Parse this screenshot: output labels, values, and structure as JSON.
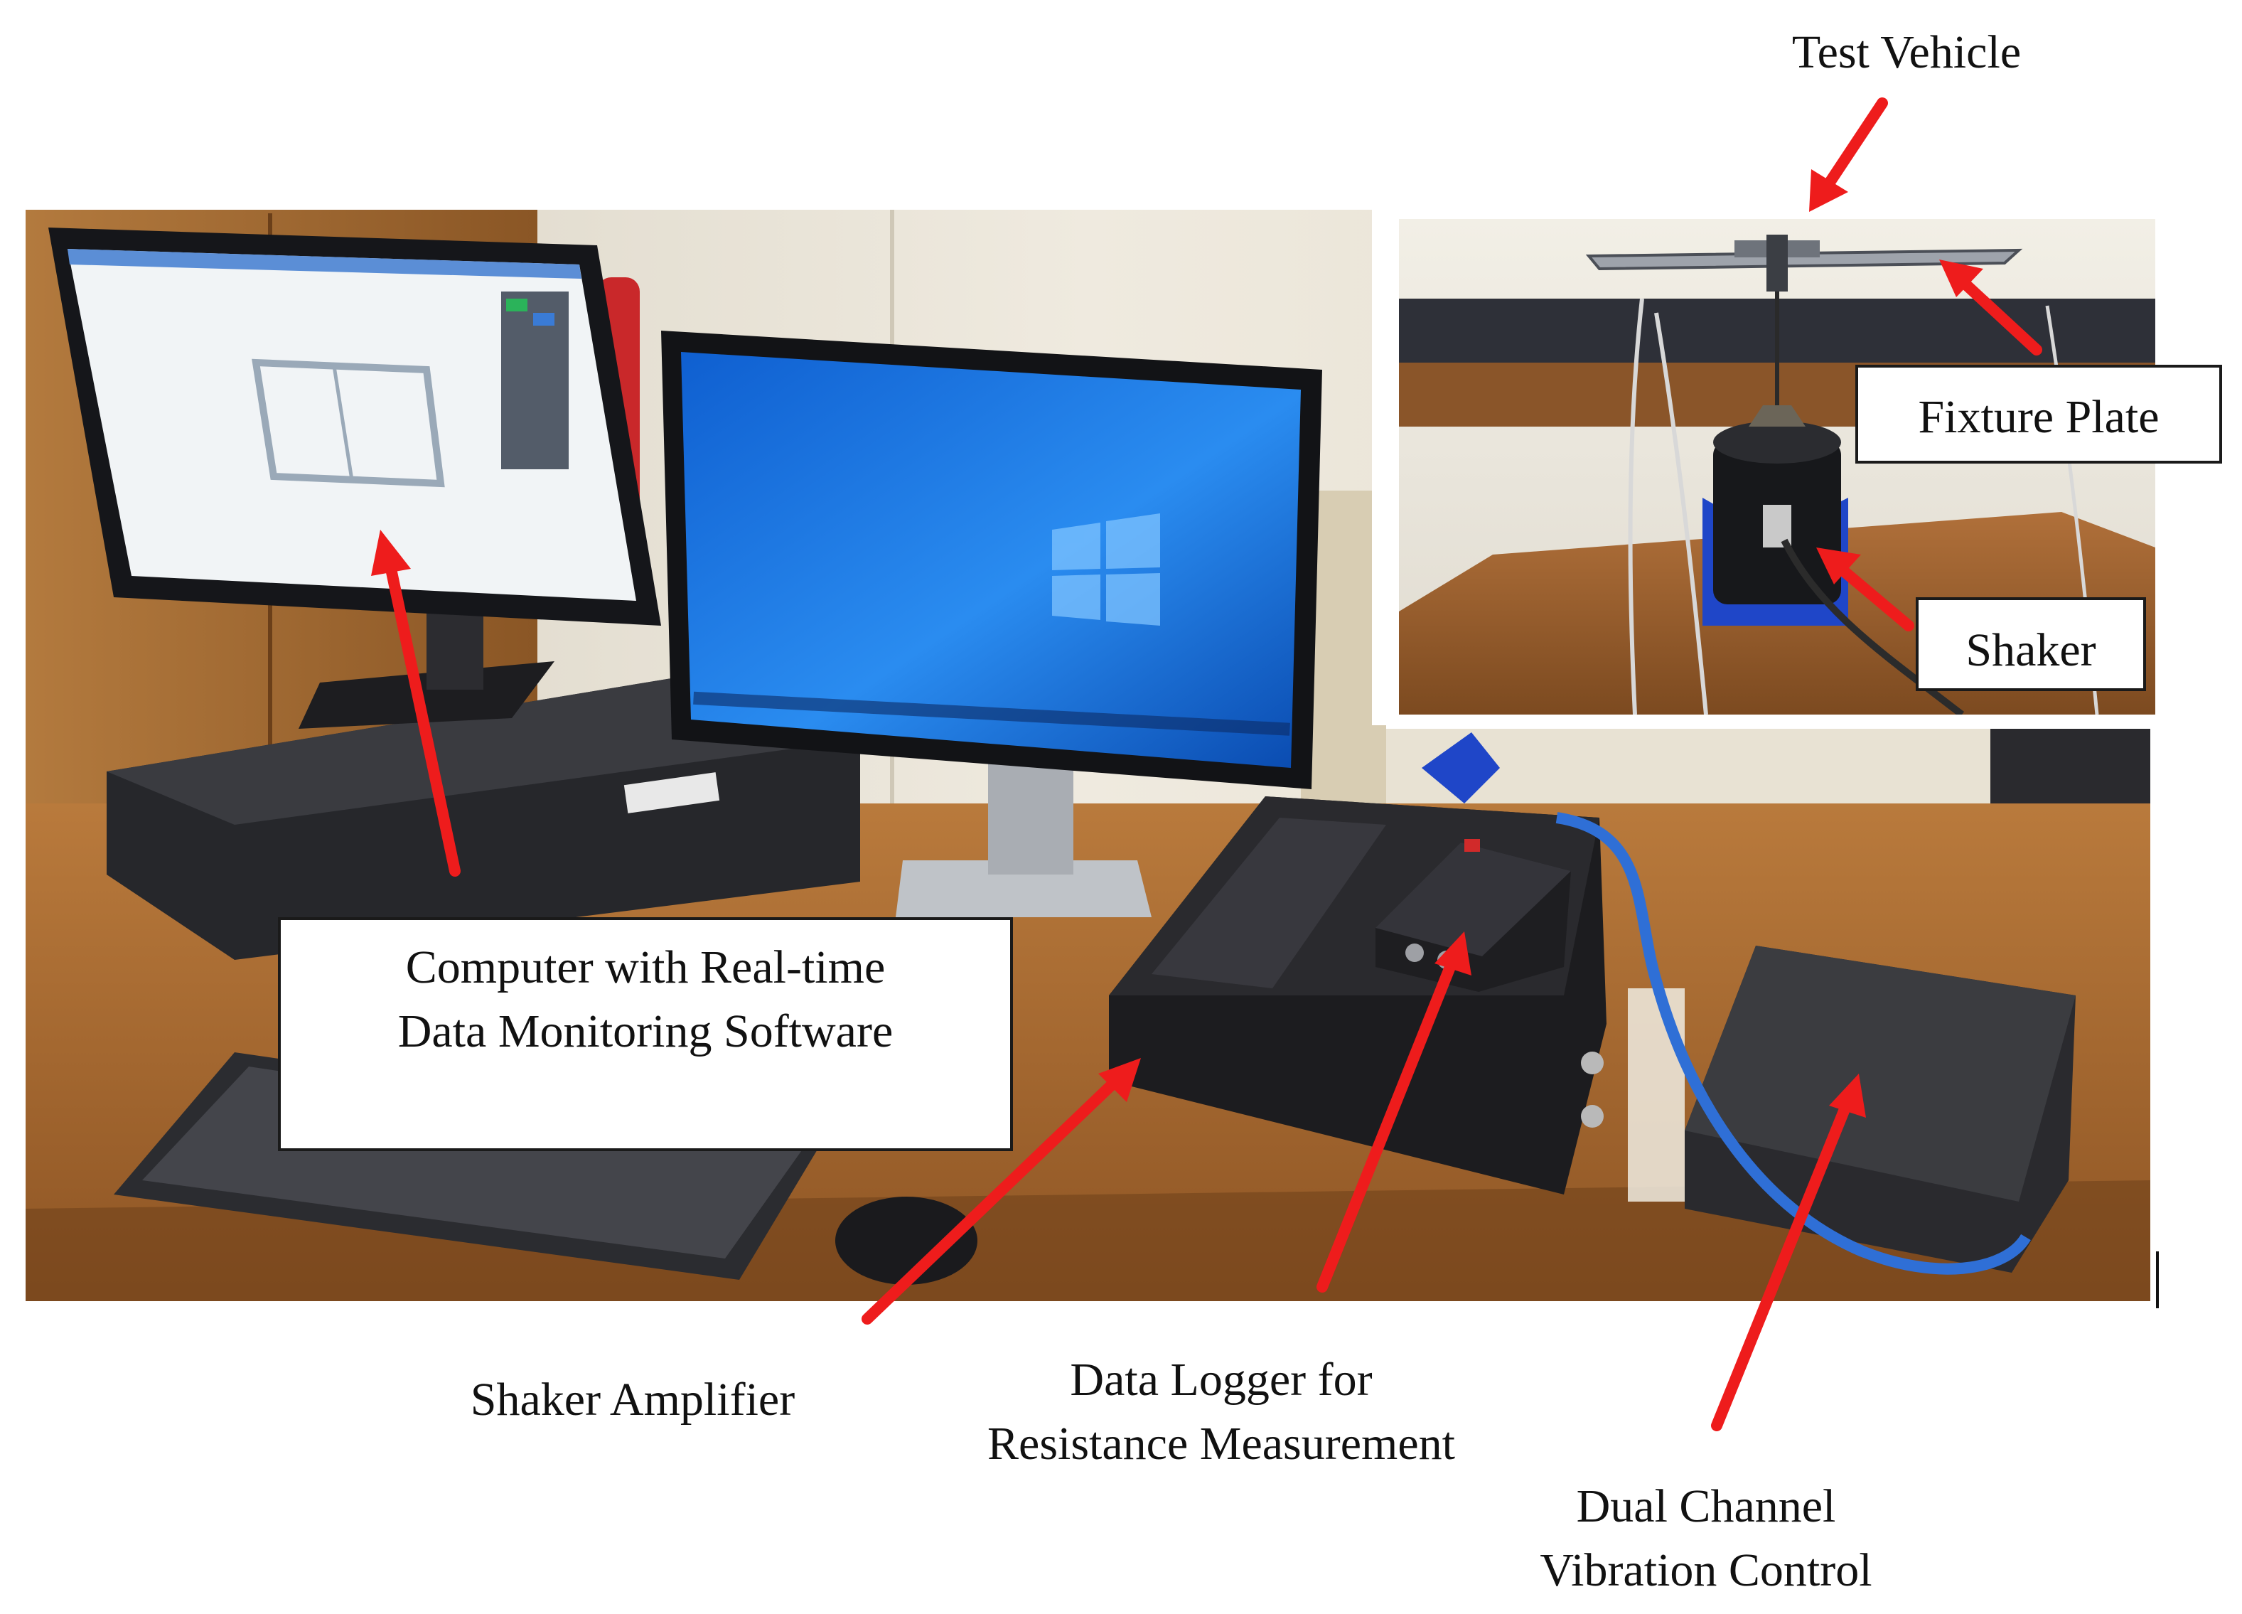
{
  "labels": {
    "test_vehicle": "Test Vehicle",
    "fixture_plate": "Fixture Plate",
    "shaker": "Shaker",
    "computer_line1": "Computer with Real-time",
    "computer_line2": "Data Monitoring Software",
    "shaker_amplifier": "Shaker Amplifier",
    "data_logger_line1": "Data Logger for",
    "data_logger_line2": "Resistance Measurement",
    "vibration_control_line1": "Dual Channel",
    "vibration_control_line2": "Vibration Control"
  },
  "colors": {
    "arrow": "#ee1c1c",
    "desk": "#a96a32",
    "wall": "#e9e4d8",
    "monitor_screen_blue": "#1c78e0",
    "equipment": "#1b1b1e",
    "shaker_mount": "#1f46c8",
    "cable_blue": "#2f6fd6"
  }
}
